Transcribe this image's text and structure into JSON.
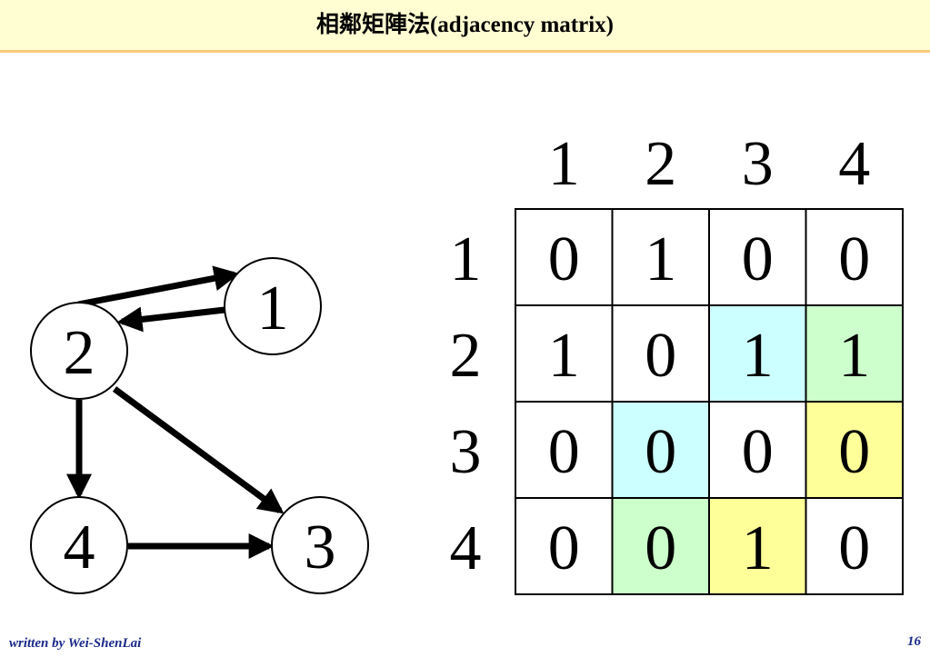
{
  "title": "相鄰矩陣法(adjacency matrix)",
  "footer": {
    "author": "written by Wei-ShenLai",
    "page_number": "16"
  },
  "graph": {
    "nodes": [
      {
        "id": "1",
        "label": "1"
      },
      {
        "id": "2",
        "label": "2"
      },
      {
        "id": "3",
        "label": "3"
      },
      {
        "id": "4",
        "label": "4"
      }
    ],
    "edges": [
      {
        "from": "2",
        "to": "1"
      },
      {
        "from": "1",
        "to": "2"
      },
      {
        "from": "2",
        "to": "4"
      },
      {
        "from": "2",
        "to": "3"
      },
      {
        "from": "4",
        "to": "3"
      }
    ]
  },
  "matrix": {
    "column_labels": [
      "1",
      "2",
      "3",
      "4"
    ],
    "row_labels": [
      "1",
      "2",
      "3",
      "4"
    ],
    "values": [
      [
        "0",
        "1",
        "0",
        "0"
      ],
      [
        "1",
        "0",
        "1",
        "1"
      ],
      [
        "0",
        "0",
        "0",
        "0"
      ],
      [
        "0",
        "0",
        "1",
        "0"
      ]
    ],
    "highlight_colors": {
      "cyan": "#ccffff",
      "green": "#ccffcc",
      "yellow": "#ffff99"
    },
    "highlights": [
      {
        "row": 1,
        "col": 2,
        "color": "cyan"
      },
      {
        "row": 2,
        "col": 1,
        "color": "cyan"
      },
      {
        "row": 1,
        "col": 3,
        "color": "green"
      },
      {
        "row": 3,
        "col": 1,
        "color": "green"
      },
      {
        "row": 2,
        "col": 3,
        "color": "yellow"
      },
      {
        "row": 3,
        "col": 2,
        "color": "yellow"
      }
    ]
  }
}
